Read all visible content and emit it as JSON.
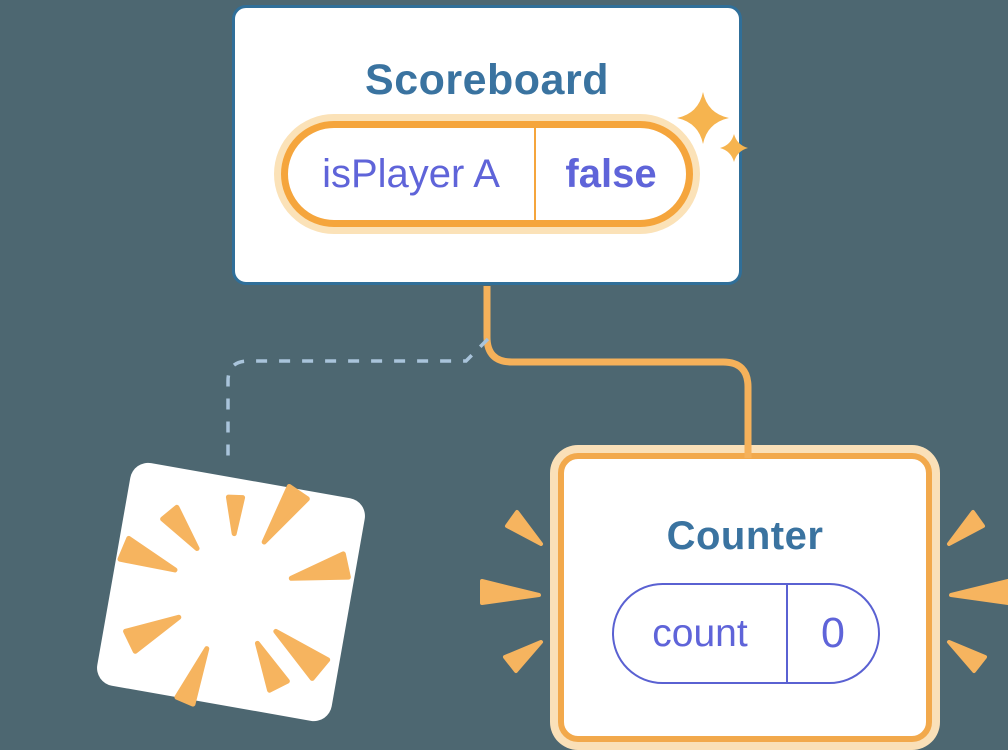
{
  "diagram": {
    "description": "React component-tree state diagram: Scoreboard keeps state while old Counter is destroyed and a new Counter is created",
    "background_color": "#4d6771"
  },
  "scoreboard": {
    "title": "Scoreboard",
    "state": {
      "key": "isPlayer A",
      "value": "false"
    }
  },
  "counter": {
    "title": "Counter",
    "state": {
      "key": "count",
      "value": "0"
    }
  },
  "destroyed_component": {
    "note": "tilted blank card with poof burst marks (component removed)"
  },
  "connectors": {
    "active_edge": {
      "style": "solid",
      "color": "#f5b15a",
      "from": "Scoreboard",
      "to": "Counter"
    },
    "removed_edge": {
      "style": "dashed",
      "color": "#a9c4db",
      "from": "Scoreboard",
      "to": "destroyed card"
    }
  },
  "icons": {
    "sparkles": "four-point stars marking fresh state",
    "poof_burst": "radial orange wedges (destroyed component)",
    "emphasis_marks": "orange wedges flanking new Counter"
  },
  "colors": {
    "card_border_blue": "#306f99",
    "title_blue": "#3a73a0",
    "state_purple": "#5f64d9",
    "pill_border_purple": "#5a61d2",
    "orange_strong": "#f5a53c",
    "orange_halo": "#fbe2b8",
    "orange_connector": "#f5b15a",
    "orange_burst": "#f6b45f",
    "dash_blue": "#a9c4db",
    "card_white": "#ffffff"
  }
}
